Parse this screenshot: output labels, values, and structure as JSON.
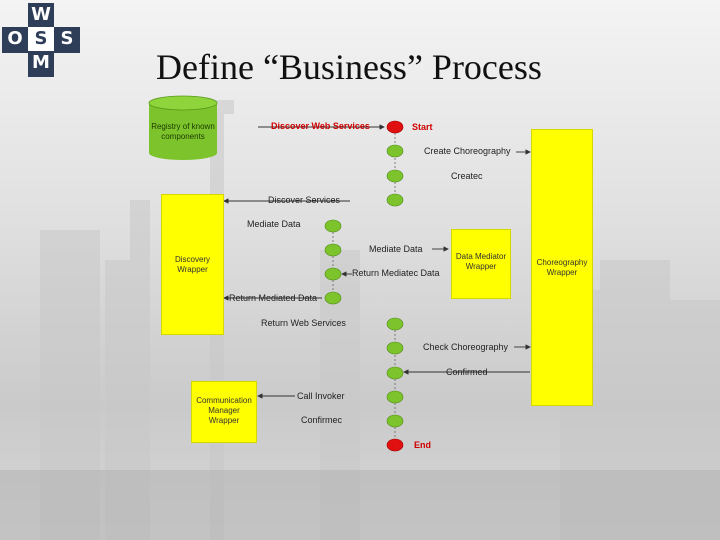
{
  "logo": {
    "letters": [
      "W",
      "O",
      "S",
      "M"
    ],
    "center": "S"
  },
  "title": "Define “Business” Process",
  "registry": {
    "label": "Registry of known components"
  },
  "boxes": {
    "discovery": "Discovery Wrapper",
    "data_mediator": "Data Mediator Wrapper",
    "choreography": "Choreography Wrapper",
    "comm_manager": "Communication Manager Wrapper"
  },
  "flow": {
    "discover_web_services": "Discover Web Services",
    "start": "Start",
    "create_choreography": "Create Choreography",
    "created": "Createc",
    "discover_services": "Discover Services",
    "mediate_data_1": "Mediate Data",
    "mediate_data_2": "Mediate Data",
    "return_mediated_data_1": "Return Mediatec Data",
    "return_mediated_data_2": "Return Mediated Data",
    "return_web_services": "Return Web Services",
    "check_choreography": "Check Choreography",
    "confirmed_1": "Confirmed",
    "call_invoker": "Call Invoker",
    "confirmed_2": "Confirmec",
    "end": "End"
  },
  "colors": {
    "box": "#ffff00",
    "node": "#7dc42c",
    "terminal": "#e01010",
    "logo": "#2f3e58"
  }
}
